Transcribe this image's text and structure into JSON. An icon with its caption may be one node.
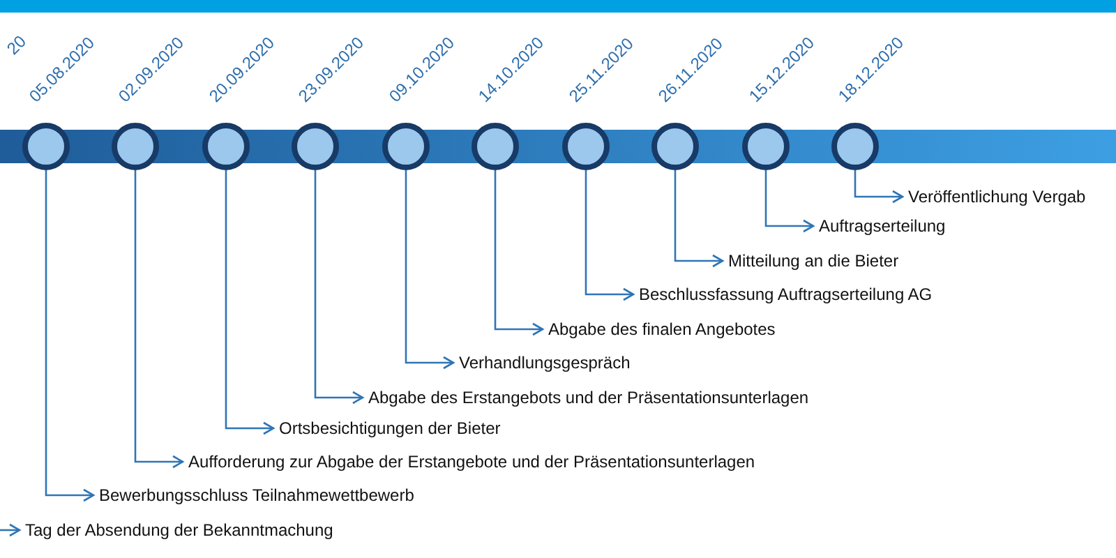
{
  "diagram": {
    "nodes": [
      {
        "text": [],
        "shape": "circle",
        "beside": [
          "05.08.2020"
        ]
      },
      {
        "text": [],
        "shape": "circle",
        "beside": [
          "02.09.2020"
        ]
      },
      {
        "text": [],
        "shape": "circle",
        "beside": [
          "20.09.2020"
        ]
      },
      {
        "text": [],
        "shape": "circle",
        "beside": [
          "23.09.2020"
        ]
      },
      {
        "text": [],
        "shape": "circle",
        "beside": [
          "09.10.2020"
        ]
      },
      {
        "text": [],
        "shape": "circle",
        "beside": [
          "14.10.2020"
        ]
      },
      {
        "text": [],
        "shape": "circle",
        "beside": [
          "25.11.2020"
        ]
      },
      {
        "text": [],
        "shape": "circle",
        "beside": [
          "26.11.2020"
        ]
      },
      {
        "text": [],
        "shape": "circle",
        "beside": [
          "15.12.2020"
        ]
      },
      {
        "text": [],
        "shape": "circle",
        "beside": [
          "18.12.2020"
        ]
      },
      {
        "text": [
          "Veröffentlichung Vergab"
        ]
      },
      {
        "text": [
          "Auftragserteilung"
        ]
      },
      {
        "text": [
          "Mitteilung an die Bieter"
        ]
      },
      {
        "text": [
          "Beschlussfassung Auftragserteilung AG"
        ]
      },
      {
        "text": [
          "Abgabe des finalen Angebotes"
        ]
      },
      {
        "text": [
          "Verhandlungsgespräch"
        ]
      },
      {
        "text": [
          "Abgabe des Erstangebots und der Präsentationsunterlagen"
        ]
      },
      {
        "text": [
          "Ortsbesichtigungen der Bieter"
        ]
      },
      {
        "text": [
          "Aufforderung zur Abgabe der Erstangebote und der Präsentationsunterlagen"
        ]
      },
      {
        "text": [
          "Bewerbungsschluss Teilnahmewettbewerb"
        ]
      },
      {
        "text": [
          "Tag der Absendung der Bekanntmachung"
        ]
      },
      {
        "text": [],
        "shape": "bar"
      }
    ],
    "edges": [
      {
        "from": 9,
        "to": 10,
        "arrow": "to"
      },
      {
        "from": 8,
        "to": 11,
        "arrow": "to"
      },
      {
        "from": 7,
        "to": 12,
        "arrow": "to"
      },
      {
        "from": 6,
        "to": 13,
        "arrow": "to"
      },
      {
        "from": 5,
        "to": 14,
        "arrow": "to"
      },
      {
        "from": 4,
        "to": 15,
        "arrow": "to"
      },
      {
        "from": 3,
        "to": 16,
        "arrow": "to"
      },
      {
        "from": 2,
        "to": 17,
        "arrow": "to"
      },
      {
        "from": 1,
        "to": 18,
        "arrow": "to"
      },
      {
        "from": 0,
        "to": 19,
        "arrow": "to"
      },
      {
        "from": null,
        "to": 20,
        "arrow": "to"
      }
    ],
    "labels": [
      "20"
    ]
  }
}
